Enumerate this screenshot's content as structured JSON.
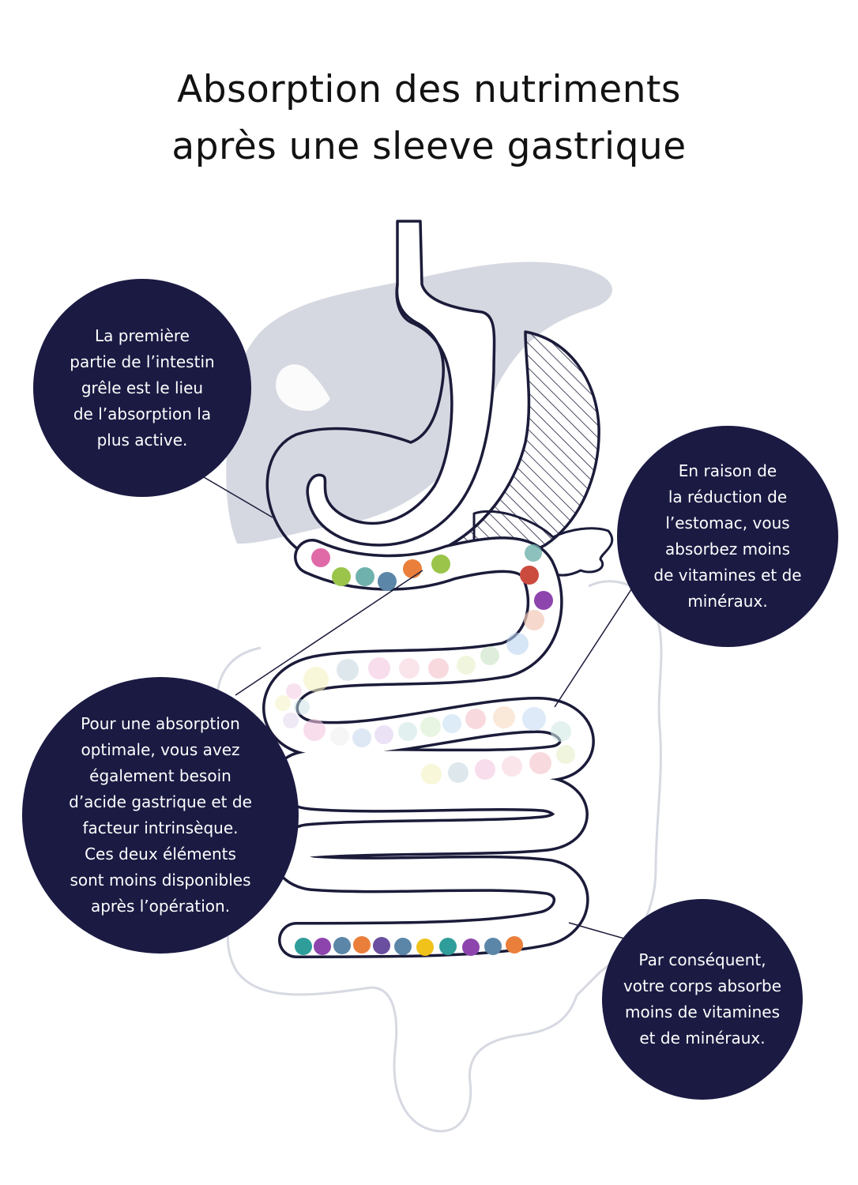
{
  "title": {
    "line1": "Absorption des nutriments",
    "line2": "après une sleeve gastrique"
  },
  "callouts": [
    {
      "text": "La première\npartie de l’intestin\ngrêle est le lieu\nde l’absorption la\nplus active."
    },
    {
      "text": "En raison de\nla réduction de\nl’estomac, vous\nabsorbez moins\nde vitamines et de\nminéraux."
    },
    {
      "text": "Pour une absorption\noptimale, vous avez\négalement besoin\nd’acide gastrique et de\nfacteur intrinsèque.\nCes deux éléments\nsont moins disponibles\naprès l’opération."
    },
    {
      "text": "Par conséquent,\nvotre corps absorbe\nmoins de vitamines\net de minéraux."
    }
  ],
  "colors": {
    "navy": "#1a1a43",
    "organ_outline": "#1b1b3a",
    "liver_gray": "#d6d8e1",
    "colon_outline": "#d7d9e2",
    "nutrient_palette": [
      "#e06aa8",
      "#9ac54a",
      "#6fb1ad",
      "#5b86a8",
      "#ea7f3b",
      "#cc4b3f",
      "#8e44ad",
      "#2f9e9a",
      "#6a4fa0",
      "#f0c21a"
    ]
  },
  "icons": [
    "stomach-illustration",
    "small-intestine-illustration",
    "liver-silhouette",
    "colon-outline",
    "removed-stomach-hatch",
    "nutrient-dots"
  ]
}
